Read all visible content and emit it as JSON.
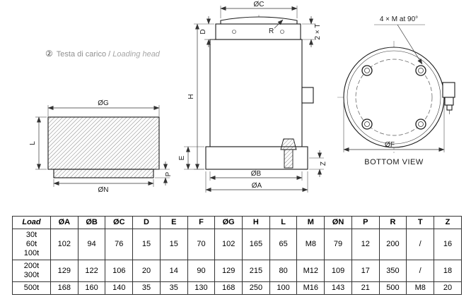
{
  "caption": {
    "number": "②",
    "italian": "Testa di carico",
    "separator": " / ",
    "english": "Loading head"
  },
  "drawing": {
    "head_view": {
      "og": "ØG",
      "l": "L",
      "p": "P",
      "on": "ØN"
    },
    "side_view": {
      "oc": "ØC",
      "d": "D",
      "r": "R",
      "two_t": "2 × T",
      "h": "H",
      "e": "E",
      "z": "Z",
      "ob": "ØB",
      "oa": "ØA"
    },
    "bottom_view": {
      "bolt_note": "4 × M at 90°",
      "of": "ØF",
      "title": "BOTTOM VIEW"
    }
  },
  "table": {
    "headers": [
      "Load",
      "ØA",
      "ØB",
      "ØC",
      "D",
      "E",
      "F",
      "ØG",
      "H",
      "L",
      "M",
      "ØN",
      "P",
      "R",
      "T",
      "Z"
    ],
    "rows": [
      {
        "load": [
          "30t",
          "60t",
          "100t"
        ],
        "values": [
          "102",
          "94",
          "76",
          "15",
          "15",
          "70",
          "102",
          "165",
          "65",
          "M8",
          "79",
          "12",
          "200",
          "/",
          "16"
        ]
      },
      {
        "load": [
          "200t",
          "300t"
        ],
        "values": [
          "129",
          "122",
          "106",
          "20",
          "14",
          "90",
          "129",
          "215",
          "80",
          "M12",
          "109",
          "17",
          "350",
          "/",
          "18"
        ]
      },
      {
        "load": [
          "500t"
        ],
        "values": [
          "168",
          "160",
          "140",
          "35",
          "35",
          "130",
          "168",
          "250",
          "100",
          "M16",
          "143",
          "21",
          "500",
          "M8",
          "20"
        ]
      }
    ]
  }
}
